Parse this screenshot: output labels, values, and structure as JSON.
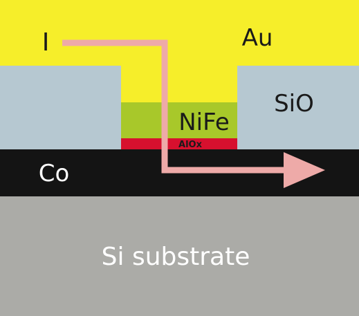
{
  "colors": {
    "gold": "#f6ee2a",
    "sio": "#b6c8d1",
    "nife": "#a8c82a",
    "alox": "#d7102e",
    "co": "#141414",
    "substrate": "#ababa7",
    "current_path": "#eeaaa8",
    "dark_text": "#1a1a1a",
    "light_text": "#ffffff"
  },
  "labels": {
    "current": "I",
    "au": "Au",
    "sio": "SiO",
    "nife": "NiFe",
    "alox": "AlOx",
    "co": "Co",
    "substrate": "Si substrate"
  }
}
